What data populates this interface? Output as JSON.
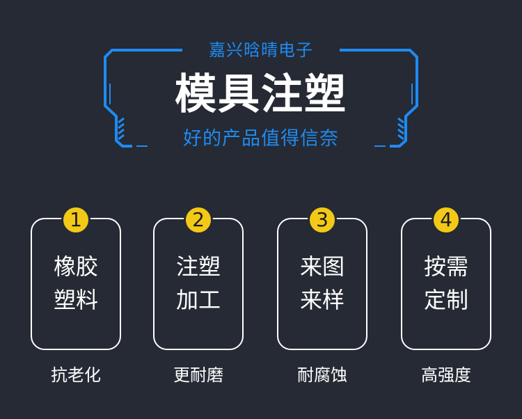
{
  "header": {
    "company": "嘉兴晗晴电子",
    "title": "模具注塑",
    "tagline": "好的产品值得信奈",
    "accent_color": "#1f8bf3"
  },
  "features": [
    {
      "number": "1",
      "line1": "橡胶",
      "line2": "塑料",
      "caption": "抗老化"
    },
    {
      "number": "2",
      "line1": "注塑",
      "line2": "加工",
      "caption": "更耐磨"
    },
    {
      "number": "3",
      "line1": "来图",
      "line2": "来样",
      "caption": "耐腐蚀"
    },
    {
      "number": "4",
      "line1": "按需",
      "line2": "定制",
      "caption": "高强度"
    }
  ],
  "colors": {
    "background": "#252a34",
    "badge": "#f3c917",
    "card_border": "#ffffff"
  }
}
